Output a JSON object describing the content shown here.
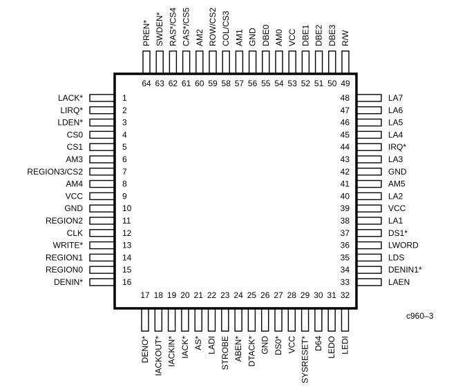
{
  "package": {
    "figure_code": "c960–3",
    "pins_left": [
      {
        "num": "1",
        "name": "LACK*"
      },
      {
        "num": "2",
        "name": "LIRQ*"
      },
      {
        "num": "3",
        "name": "LDEN*"
      },
      {
        "num": "4",
        "name": "CS0"
      },
      {
        "num": "5",
        "name": "CS1"
      },
      {
        "num": "6",
        "name": "AM3"
      },
      {
        "num": "7",
        "name": "REGION3/CS2"
      },
      {
        "num": "8",
        "name": "AM4"
      },
      {
        "num": "9",
        "name": "VCC"
      },
      {
        "num": "10",
        "name": "GND"
      },
      {
        "num": "11",
        "name": "REGION2"
      },
      {
        "num": "12",
        "name": "CLK"
      },
      {
        "num": "13",
        "name": "WRITE*"
      },
      {
        "num": "14",
        "name": "REGION1"
      },
      {
        "num": "15",
        "name": "REGION0"
      },
      {
        "num": "16",
        "name": "DENIN*"
      }
    ],
    "pins_bottom": [
      {
        "num": "17",
        "name": "DENO*"
      },
      {
        "num": "18",
        "name": "IACKOUT*"
      },
      {
        "num": "19",
        "name": "IACKIN*"
      },
      {
        "num": "20",
        "name": "IACK*"
      },
      {
        "num": "21",
        "name": "AS*"
      },
      {
        "num": "22",
        "name": "LADI"
      },
      {
        "num": "23",
        "name": "STROBE"
      },
      {
        "num": "24",
        "name": "ABEN*"
      },
      {
        "num": "25",
        "name": "DTACK*"
      },
      {
        "num": "26",
        "name": "GND"
      },
      {
        "num": "27",
        "name": "DS0*"
      },
      {
        "num": "28",
        "name": "VCC"
      },
      {
        "num": "29",
        "name": "SYSRESET*"
      },
      {
        "num": "30",
        "name": "D64"
      },
      {
        "num": "31",
        "name": "LEDO"
      },
      {
        "num": "32",
        "name": "LEDI"
      }
    ],
    "pins_right": [
      {
        "num": "33",
        "name": "LAEN"
      },
      {
        "num": "34",
        "name": "DENIN1*"
      },
      {
        "num": "35",
        "name": "LDS"
      },
      {
        "num": "36",
        "name": "LWORD"
      },
      {
        "num": "37",
        "name": "DS1*"
      },
      {
        "num": "38",
        "name": "LA1"
      },
      {
        "num": "39",
        "name": "VCC"
      },
      {
        "num": "40",
        "name": "LA2"
      },
      {
        "num": "41",
        "name": "AM5"
      },
      {
        "num": "42",
        "name": "GND"
      },
      {
        "num": "43",
        "name": "LA3"
      },
      {
        "num": "44",
        "name": "IRQ*"
      },
      {
        "num": "45",
        "name": "LA4"
      },
      {
        "num": "46",
        "name": "LA5"
      },
      {
        "num": "47",
        "name": "LA6"
      },
      {
        "num": "48",
        "name": "LA7"
      }
    ],
    "pins_top": [
      {
        "num": "49",
        "name": "R/W"
      },
      {
        "num": "50",
        "name": "DBE3"
      },
      {
        "num": "51",
        "name": "DBE2"
      },
      {
        "num": "52",
        "name": "DBE1"
      },
      {
        "num": "53",
        "name": "VCC"
      },
      {
        "num": "54",
        "name": "AM0"
      },
      {
        "num": "55",
        "name": "DBE0"
      },
      {
        "num": "56",
        "name": "GND"
      },
      {
        "num": "57",
        "name": "AM1"
      },
      {
        "num": "58",
        "name": "COL/CS3"
      },
      {
        "num": "59",
        "name": "ROW/CS2"
      },
      {
        "num": "60",
        "name": "AM2"
      },
      {
        "num": "61",
        "name": "CAS*/CS5"
      },
      {
        "num": "62",
        "name": "RAS*/CS4"
      },
      {
        "num": "63",
        "name": "SWDEN*"
      },
      {
        "num": "64",
        "name": "PREN*"
      }
    ]
  }
}
